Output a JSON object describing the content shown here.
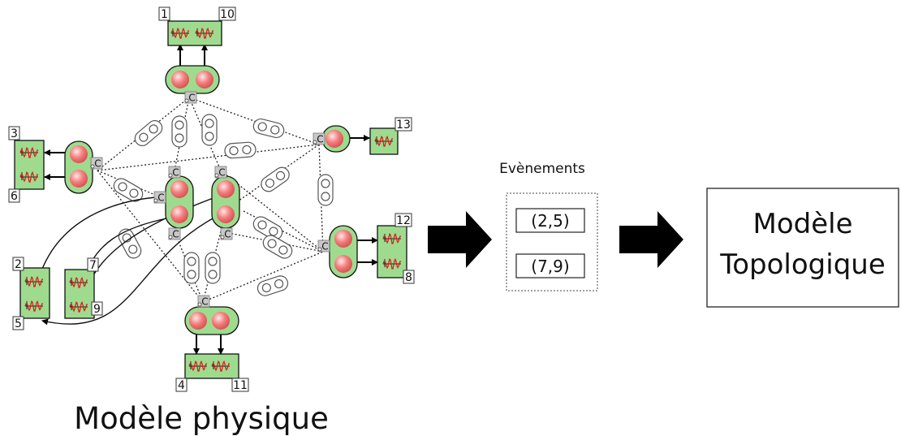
{
  "physical_model": {
    "caption": "Modèle physique",
    "connector_letter": "C",
    "sensor_numbers": [
      "1",
      "10",
      "3",
      "6",
      "13",
      "2",
      "5",
      "7",
      "9",
      "12",
      "8",
      "4",
      "11"
    ]
  },
  "events": {
    "title": "Evènements",
    "items": [
      "(2,5)",
      "(7,9)"
    ]
  },
  "topological_model": {
    "line1": "Modèle",
    "line2": "Topologique"
  },
  "colors": {
    "sensor_green": "#9fdb8f",
    "node_green": "#9fdb8f",
    "ball_red": "#f07a7a",
    "wave_red": "#d62020",
    "connector_gray": "#c8c8c8"
  }
}
